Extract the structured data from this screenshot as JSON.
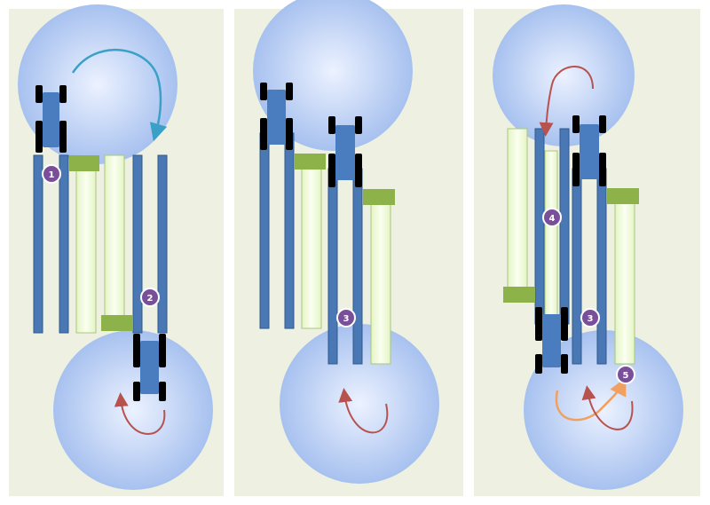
{
  "colors": {
    "panel_bg": "#eef0e2",
    "circle_center": "#e6efff",
    "circle_edge": "#a9c3f0",
    "rail": "#4a78b5",
    "rail_edge": "#2e5a8e",
    "strip_light": "#f2fbdc",
    "strip_edge": "#a9c87c",
    "strip_cap": "#8db24a",
    "tractor_body": "#4a7cc0",
    "wheel": "#000000",
    "badge_fill": "#7a4f9a",
    "arrow_teal": "#3aa0c8",
    "arrow_red": "#b8524e",
    "arrow_orange": "#f0a060"
  },
  "icons": {
    "tractor": "tractor-icon",
    "turn_arrow": "curved-arrow-icon",
    "step_badge": "step-number-badge"
  },
  "panels": [
    {
      "id": "panel-1",
      "badges": [
        "1",
        "2"
      ]
    },
    {
      "id": "panel-2",
      "badges": [
        "3"
      ]
    },
    {
      "id": "panel-3",
      "badges": [
        "4",
        "3",
        "5"
      ]
    }
  ]
}
